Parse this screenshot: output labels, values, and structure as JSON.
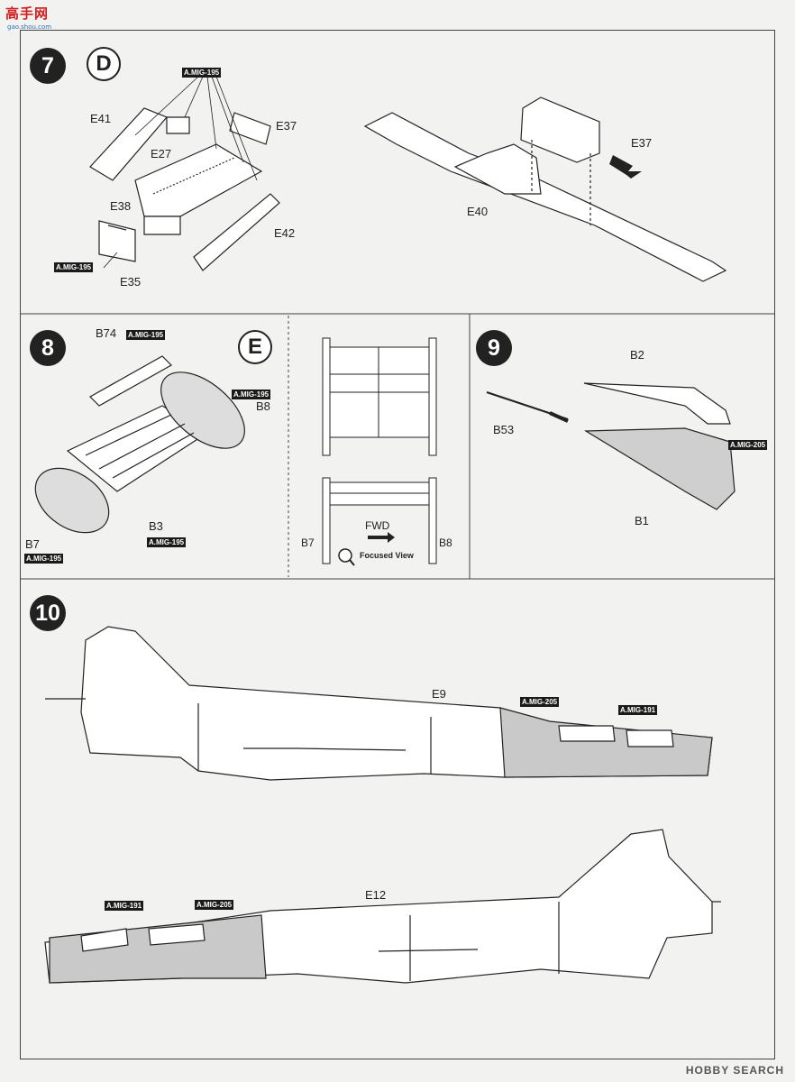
{
  "watermark": {
    "text": "高手网",
    "url": "gao.shou.com"
  },
  "steps": {
    "s7": {
      "number": "7",
      "sub": "D"
    },
    "s8": {
      "number": "8",
      "sub": "E"
    },
    "s9": {
      "number": "9"
    },
    "s10": {
      "number": "10"
    }
  },
  "labels7": {
    "e41": "E41",
    "e27": "E27",
    "e38": "E38",
    "e37": "E37",
    "e42": "E42",
    "e35": "E35",
    "e37b": "E37",
    "e40": "E40"
  },
  "tags7": {
    "t1": "A.MIG-195",
    "t2": "A.MIG-195"
  },
  "labels8": {
    "b74": "B74",
    "b8": "B8",
    "b3": "B3",
    "b7": "B7"
  },
  "tags8": {
    "t1": "A.MIG-195",
    "t2": "A.MIG-195",
    "t3": "A.MIG-195",
    "t4": "A.MIG-195"
  },
  "focused": {
    "fwd": "FWD",
    "b7": "B7",
    "b8": "B8",
    "view": "Focused View"
  },
  "labels9": {
    "b2": "B2",
    "b53": "B53",
    "b1": "B1"
  },
  "tags9": {
    "t1": "A.MIG-205"
  },
  "labels10": {
    "e9": "E9",
    "e12": "E12"
  },
  "tags10": {
    "t1": "A.MIG-205",
    "t2": "A.MIG-191",
    "t3": "A.MIG-191",
    "t4": "A.MIG-205"
  },
  "footer": {
    "brand": "HOBBY SEARCH"
  }
}
